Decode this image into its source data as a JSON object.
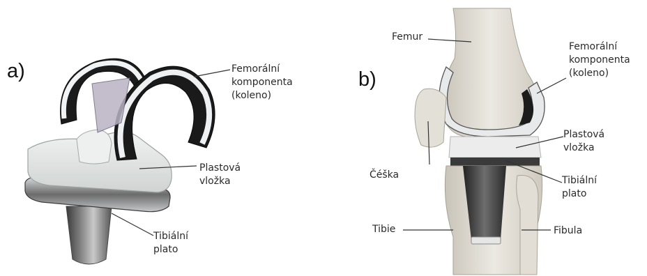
{
  "panel_a": {
    "letter": "a)",
    "labels": {
      "femoral": "Femorální\nkomponenta\n(koleno)",
      "insert": "Plastová\nvložka",
      "tibial": "Tibiální\nplato"
    }
  },
  "panel_b": {
    "letter": "b)",
    "labels": {
      "femur": "Femur",
      "femoral": "Femorální\nkomponenta\n(koleno)",
      "insert": "Plastová\nvložka",
      "patella": "Čéška",
      "tibial": "Tibiální\nplato",
      "tibia": "Tibie",
      "fibula": "Fibula"
    }
  },
  "colors": {
    "metal_light": "#e9ebed",
    "metal_dark": "#1e1e1e",
    "plastic": "#e4e7e6",
    "bone": "#dcd8cf",
    "leader": "#333333"
  }
}
